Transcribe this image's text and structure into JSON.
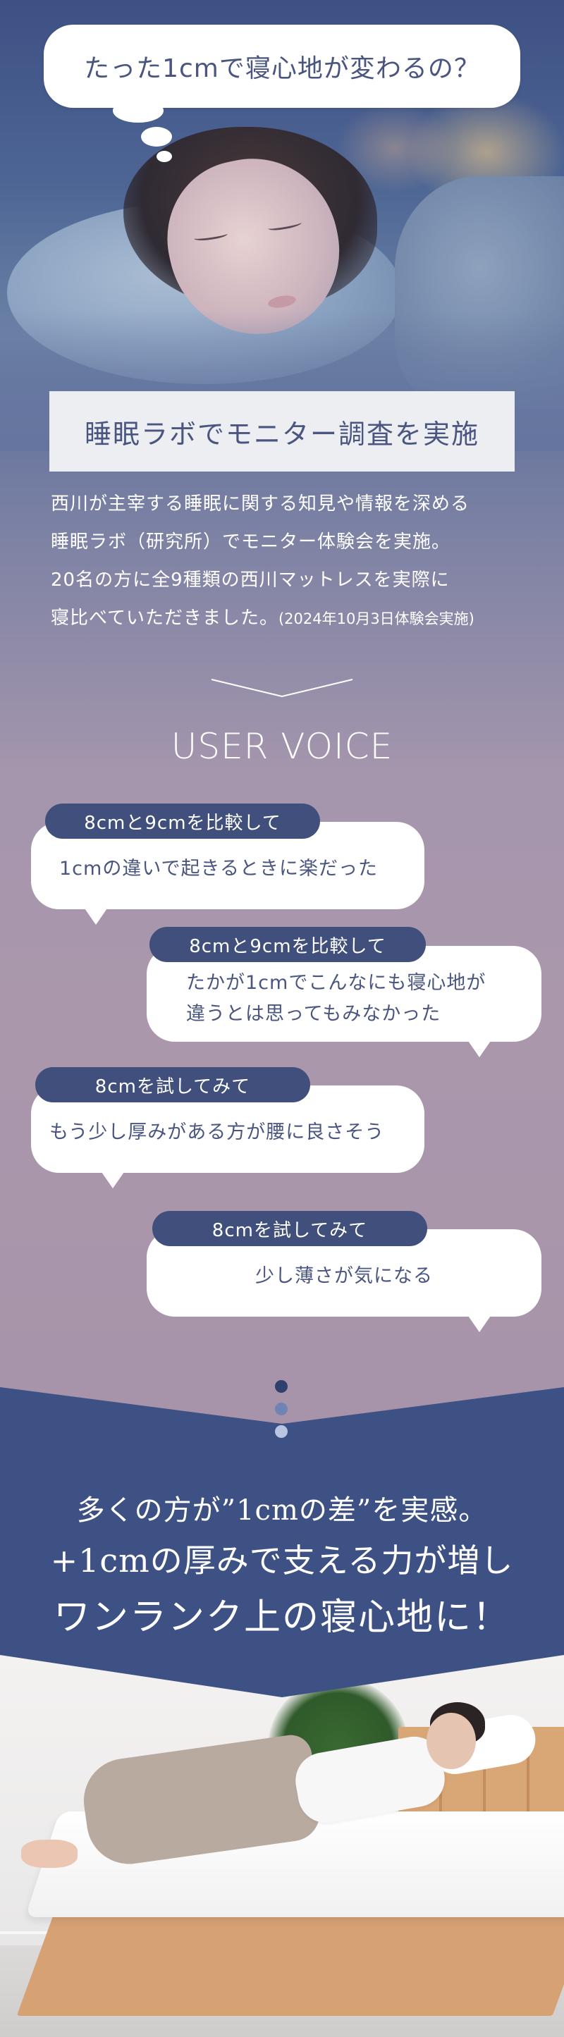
{
  "hero": {
    "question": "たった1cmで寝心地が変わるの？"
  },
  "lab": {
    "box_title": "睡眠ラボでモニター調査を実施",
    "lines": [
      "西川が主宰する睡眠に関する知見や情報を深める",
      "睡眠ラボ（研究所）でモニター体験会を実施。",
      "20名の方に全9種類の西川マットレスを実際に",
      "寝比べていただきました。"
    ],
    "note": "(2024年10月3日体験会実施)"
  },
  "user_voice": {
    "title": "USER VOICE",
    "items": [
      {
        "tag": "8cmと9cmを比較して",
        "text_lines": [
          "1cmの違いで起きるときに楽だった"
        ]
      },
      {
        "tag": "8cmと9cmを比較して",
        "text_lines": [
          "たかが1cmでこんなにも寝心地が",
          "違うとは思ってもみなかった"
        ]
      },
      {
        "tag": "8cmを試してみて",
        "text_lines": [
          "もう少し厚みがある方が腰に良さそう"
        ]
      },
      {
        "tag": "8cmを試してみて",
        "text_lines": [
          "少し薄さが気になる"
        ]
      }
    ]
  },
  "conclusion": {
    "line1": "多くの方が”1cmの差”を実感。",
    "line2": "+1cmの厚みで支える力が増し",
    "line3": "ワンランク上の寝心地に！"
  },
  "colors": {
    "navy": "#3e5184",
    "tag_navy": "#414f7c",
    "dot_1": "#2f3f6e",
    "dot_2": "#6f83b4",
    "dot_3": "#b9c6e2"
  }
}
